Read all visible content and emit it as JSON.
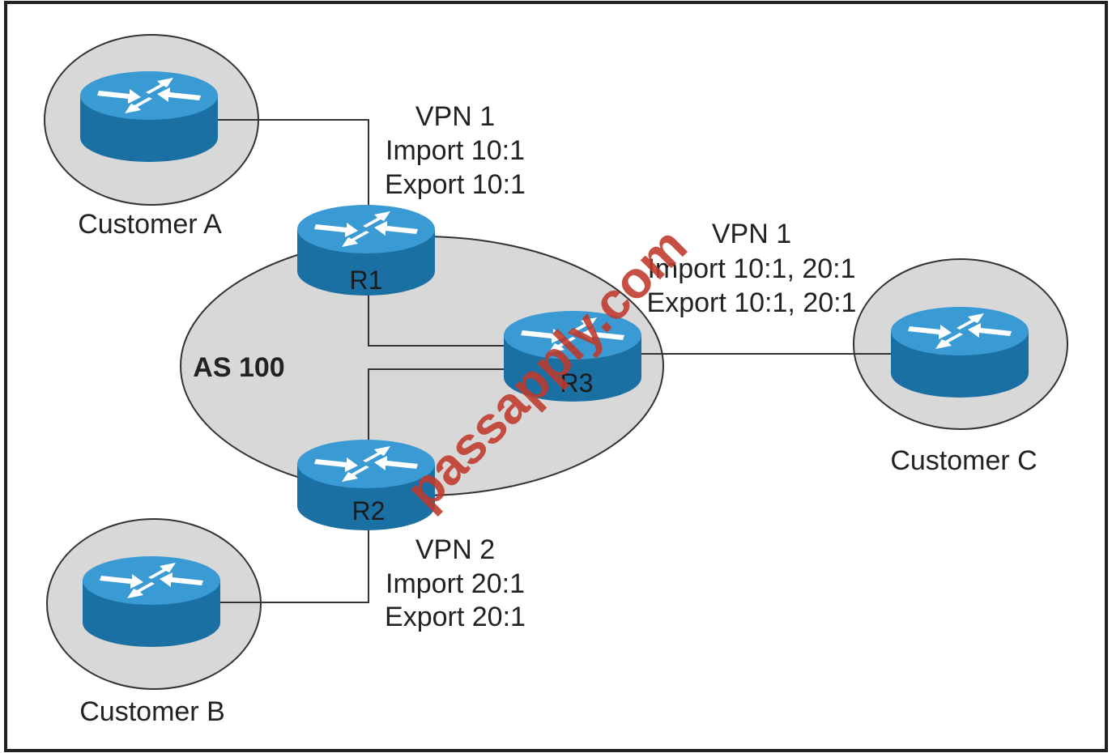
{
  "diagram": {
    "as_label": "AS 100",
    "customers": {
      "a": "Customer A",
      "b": "Customer B",
      "c": "Customer C"
    },
    "routers": {
      "r1": "R1",
      "r2": "R2",
      "r3": "R3"
    },
    "vpn_r1": {
      "name": "VPN 1",
      "import": "Import 10:1",
      "export": "Export 10:1"
    },
    "vpn_r3": {
      "name": "VPN 1",
      "import": "Import 10:1, 20:1",
      "export": "Export 10:1, 20:1"
    },
    "vpn_r2": {
      "name": "VPN 2",
      "import": "Import 20:1",
      "export": "Export 20:1"
    }
  },
  "watermark": "passapply.com",
  "colors": {
    "router_blue": "#1f7fb8",
    "router_top": "#3d9fd6",
    "cloud_fill": "#d8d8d8",
    "line": "#333333",
    "watermark": "#c0392b"
  }
}
